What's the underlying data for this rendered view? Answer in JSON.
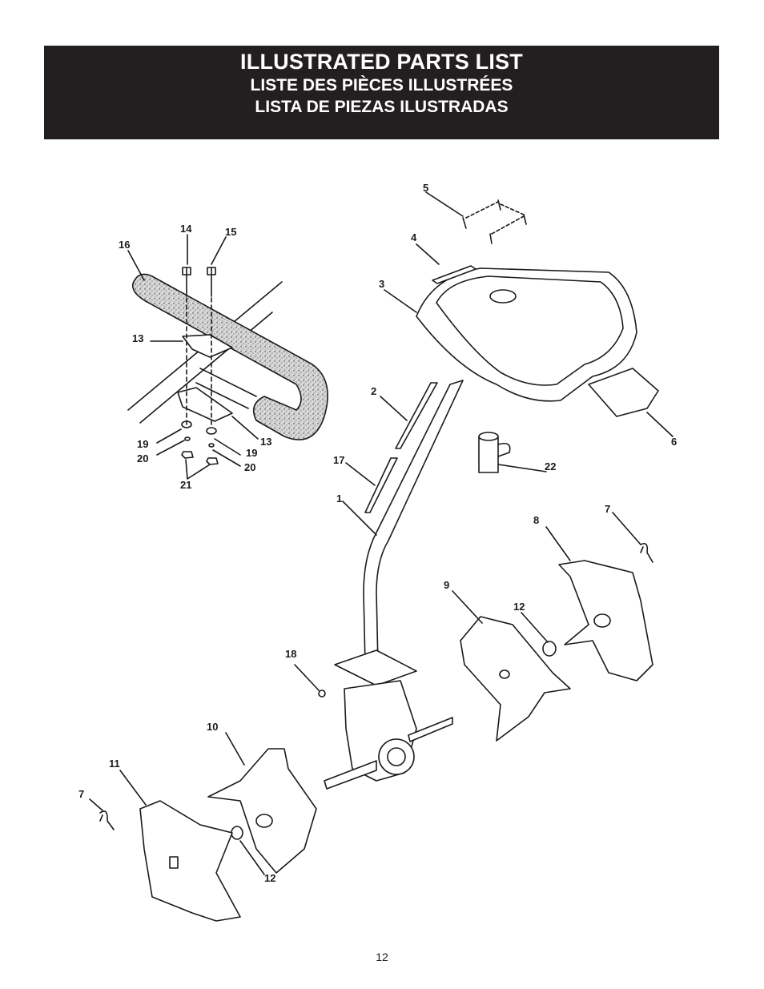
{
  "header": {
    "title_en": "ILLUSTRATED PARTS LIST",
    "title_fr": "LISTE DES PIÈCES ILLUSTRÉES",
    "title_es": "LISTA DE PIEZAS ILUSTRADAS"
  },
  "callouts": [
    "1",
    "2",
    "3",
    "4",
    "5",
    "6",
    "7",
    "7",
    "8",
    "9",
    "10",
    "11",
    "12",
    "12",
    "13",
    "13",
    "14",
    "15",
    "16",
    "17",
    "18",
    "19",
    "19",
    "20",
    "20",
    "21",
    "22"
  ],
  "page_number": "12"
}
